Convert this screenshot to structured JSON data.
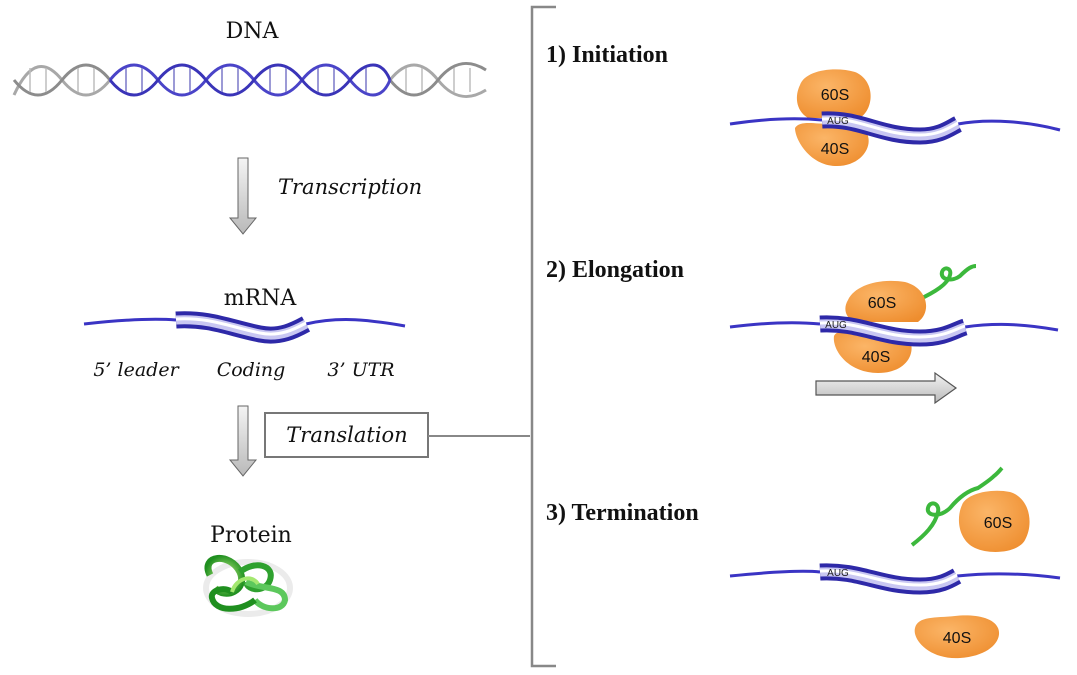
{
  "left": {
    "dna_label": "DNA",
    "transcription_label": "Transcription",
    "mrna_label": "mRNA",
    "leader_label": "5’ leader",
    "coding_label": "Coding",
    "utr_label": "3’ UTR",
    "translation_label": "Translation",
    "protein_label": "Protein"
  },
  "steps": {
    "initiation": {
      "title": "1) Initiation",
      "large_subunit": "60S",
      "small_subunit": "40S",
      "codon": "AUG"
    },
    "elongation": {
      "title": "2) Elongation",
      "large_subunit": "60S",
      "small_subunit": "40S",
      "codon": "AUG"
    },
    "termination": {
      "title": "3) Termination",
      "large_subunit": "60S",
      "small_subunit": "40S",
      "codon": "AUG"
    }
  },
  "colors": {
    "mrna": "#3a34c4",
    "ribosome": "#f29a3a",
    "peptide": "#3cb83c",
    "dna_coding": "#4a44c8",
    "dna_flank": "#a8a8a8",
    "bracket": "#888888"
  }
}
